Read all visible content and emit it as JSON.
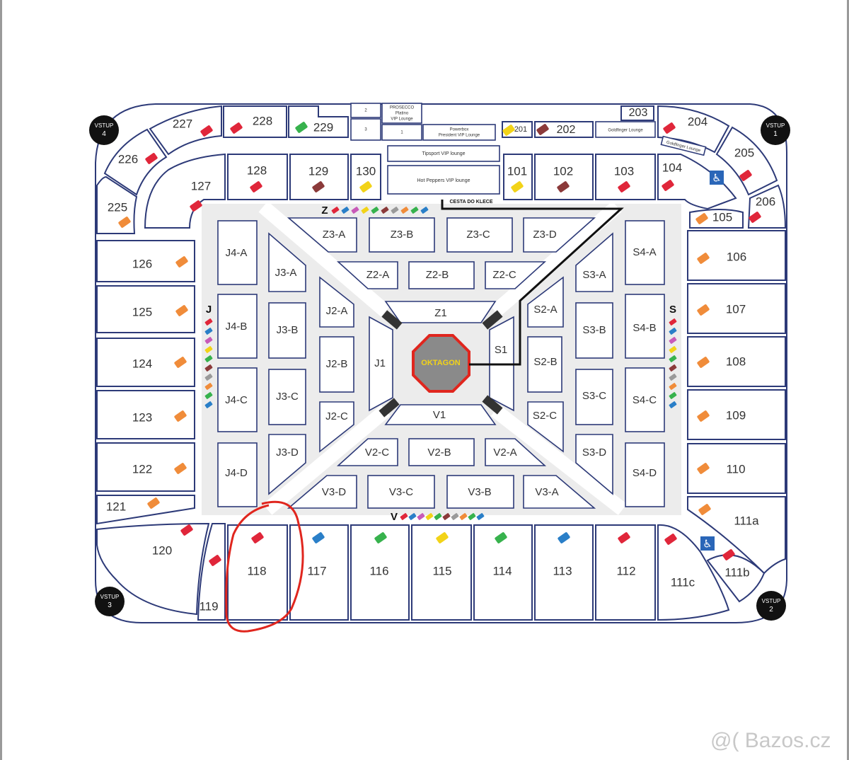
{
  "entrances": [
    {
      "line1": "VSTUP",
      "line2": "4"
    },
    {
      "line1": "VSTUP",
      "line2": "1"
    },
    {
      "line1": "VSTUP",
      "line2": "3"
    },
    {
      "line1": "VSTUP",
      "line2": "2"
    }
  ],
  "outer_sections": [
    "227",
    "228",
    "229",
    "203",
    "204",
    "202",
    "201",
    "226",
    "205",
    "225",
    "127",
    "128",
    "129",
    "130",
    "101",
    "102",
    "103",
    "104",
    "206",
    "105",
    "126",
    "106",
    "125",
    "107",
    "124",
    "108",
    "123",
    "109",
    "122",
    "110",
    "121",
    "111a",
    "120",
    "119",
    "118",
    "117",
    "116",
    "115",
    "114",
    "113",
    "112",
    "111c",
    "111b"
  ],
  "vip": {
    "box2": "2",
    "box3": "3",
    "box1": "1",
    "prosecco_l1": "PROSECCO",
    "prosecco_l2": "Platino",
    "prosecco_l3": "VIP Lounge",
    "powerbox_l1": "Powerbox",
    "powerbox_l2": "President VIP Lounge",
    "tipsport": "Tipsport VIP lounge",
    "hotpeppers": "Hot Peppers VIP lounge",
    "goldfinger": "Goldfinger Lounge",
    "goldfinger2": "Goldfinger Lounge"
  },
  "inner_sections": [
    "Z3-A",
    "Z3-B",
    "Z3-C",
    "Z3-D",
    "Z2-A",
    "Z2-B",
    "Z2-C",
    "Z1",
    "J4-A",
    "J3-A",
    "J2-A",
    "J4-B",
    "J3-B",
    "J2-B",
    "J1",
    "J4-C",
    "J3-C",
    "J2-C",
    "J4-D",
    "J3-D",
    "S4-A",
    "S3-A",
    "S2-A",
    "S4-B",
    "S3-B",
    "S2-B",
    "S1",
    "S4-C",
    "S3-C",
    "S2-C",
    "S4-D",
    "S3-D",
    "V1",
    "V2-C",
    "V2-B",
    "V2-A",
    "V3-D",
    "V3-C",
    "V3-B",
    "V3-A"
  ],
  "side_letters": {
    "z": "Z",
    "j": "J",
    "s": "S",
    "v": "V"
  },
  "octagon_label": "OKTAGON",
  "path_label": "CESTA DO KLECE",
  "watermark": "@( Bazos.cz",
  "highlighted_section": "118",
  "colors": {
    "outline": "#2d3a78",
    "highlight": "#e0261e",
    "octagon": "#8a8a8a",
    "arena": "#ececec"
  }
}
